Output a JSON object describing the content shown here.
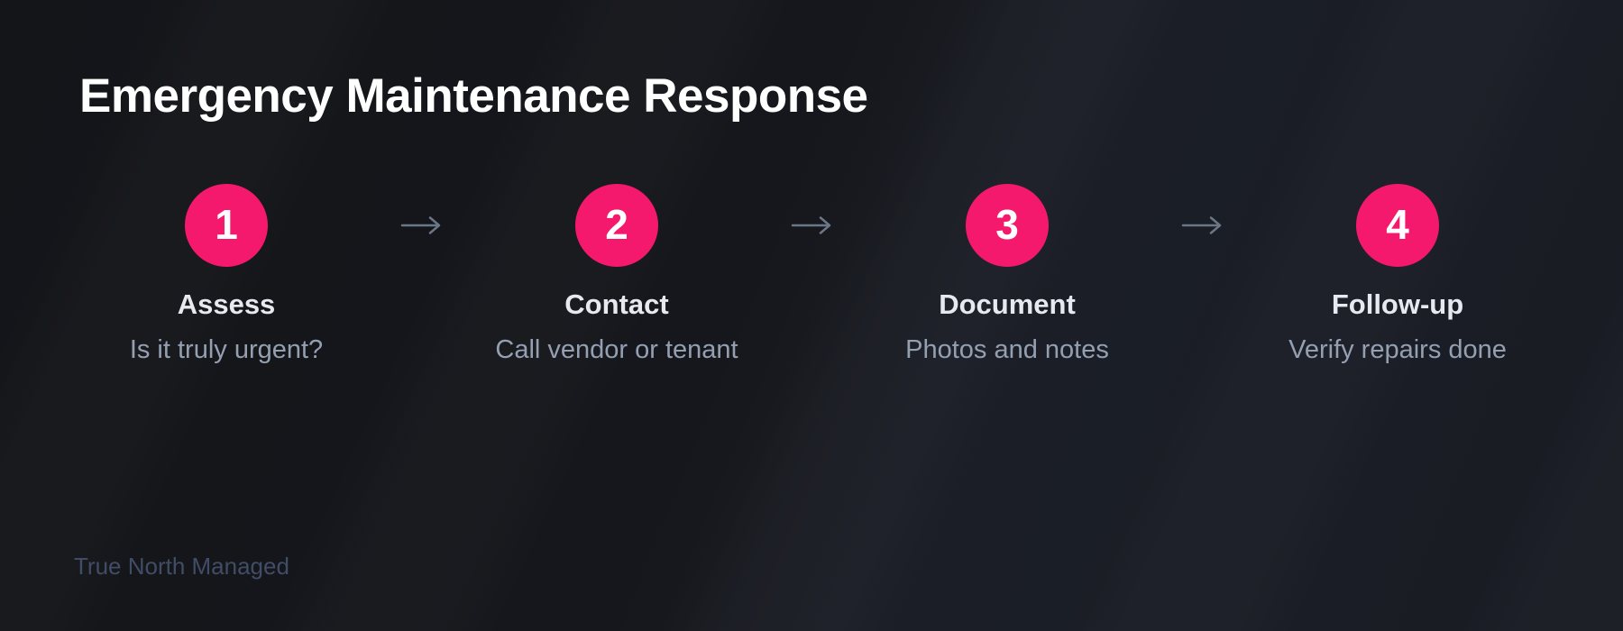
{
  "title": "Emergency Maintenance Response",
  "steps": [
    {
      "number": "1",
      "title": "Assess",
      "description": "Is it truly urgent?"
    },
    {
      "number": "2",
      "title": "Contact",
      "description": "Call vendor or tenant"
    },
    {
      "number": "3",
      "title": "Document",
      "description": "Photos and notes"
    },
    {
      "number": "4",
      "title": "Follow-up",
      "description": "Verify repairs done"
    }
  ],
  "footer": "True North Managed",
  "icons": {
    "between_steps": "arrow-right"
  },
  "colors": {
    "background": "#16181e",
    "accent": "#f5196d",
    "title": "#ffffff",
    "step_title": "#e6eaf0",
    "step_description": "#94a0b2",
    "arrow": "#6b7687",
    "footer": "#414d66"
  }
}
